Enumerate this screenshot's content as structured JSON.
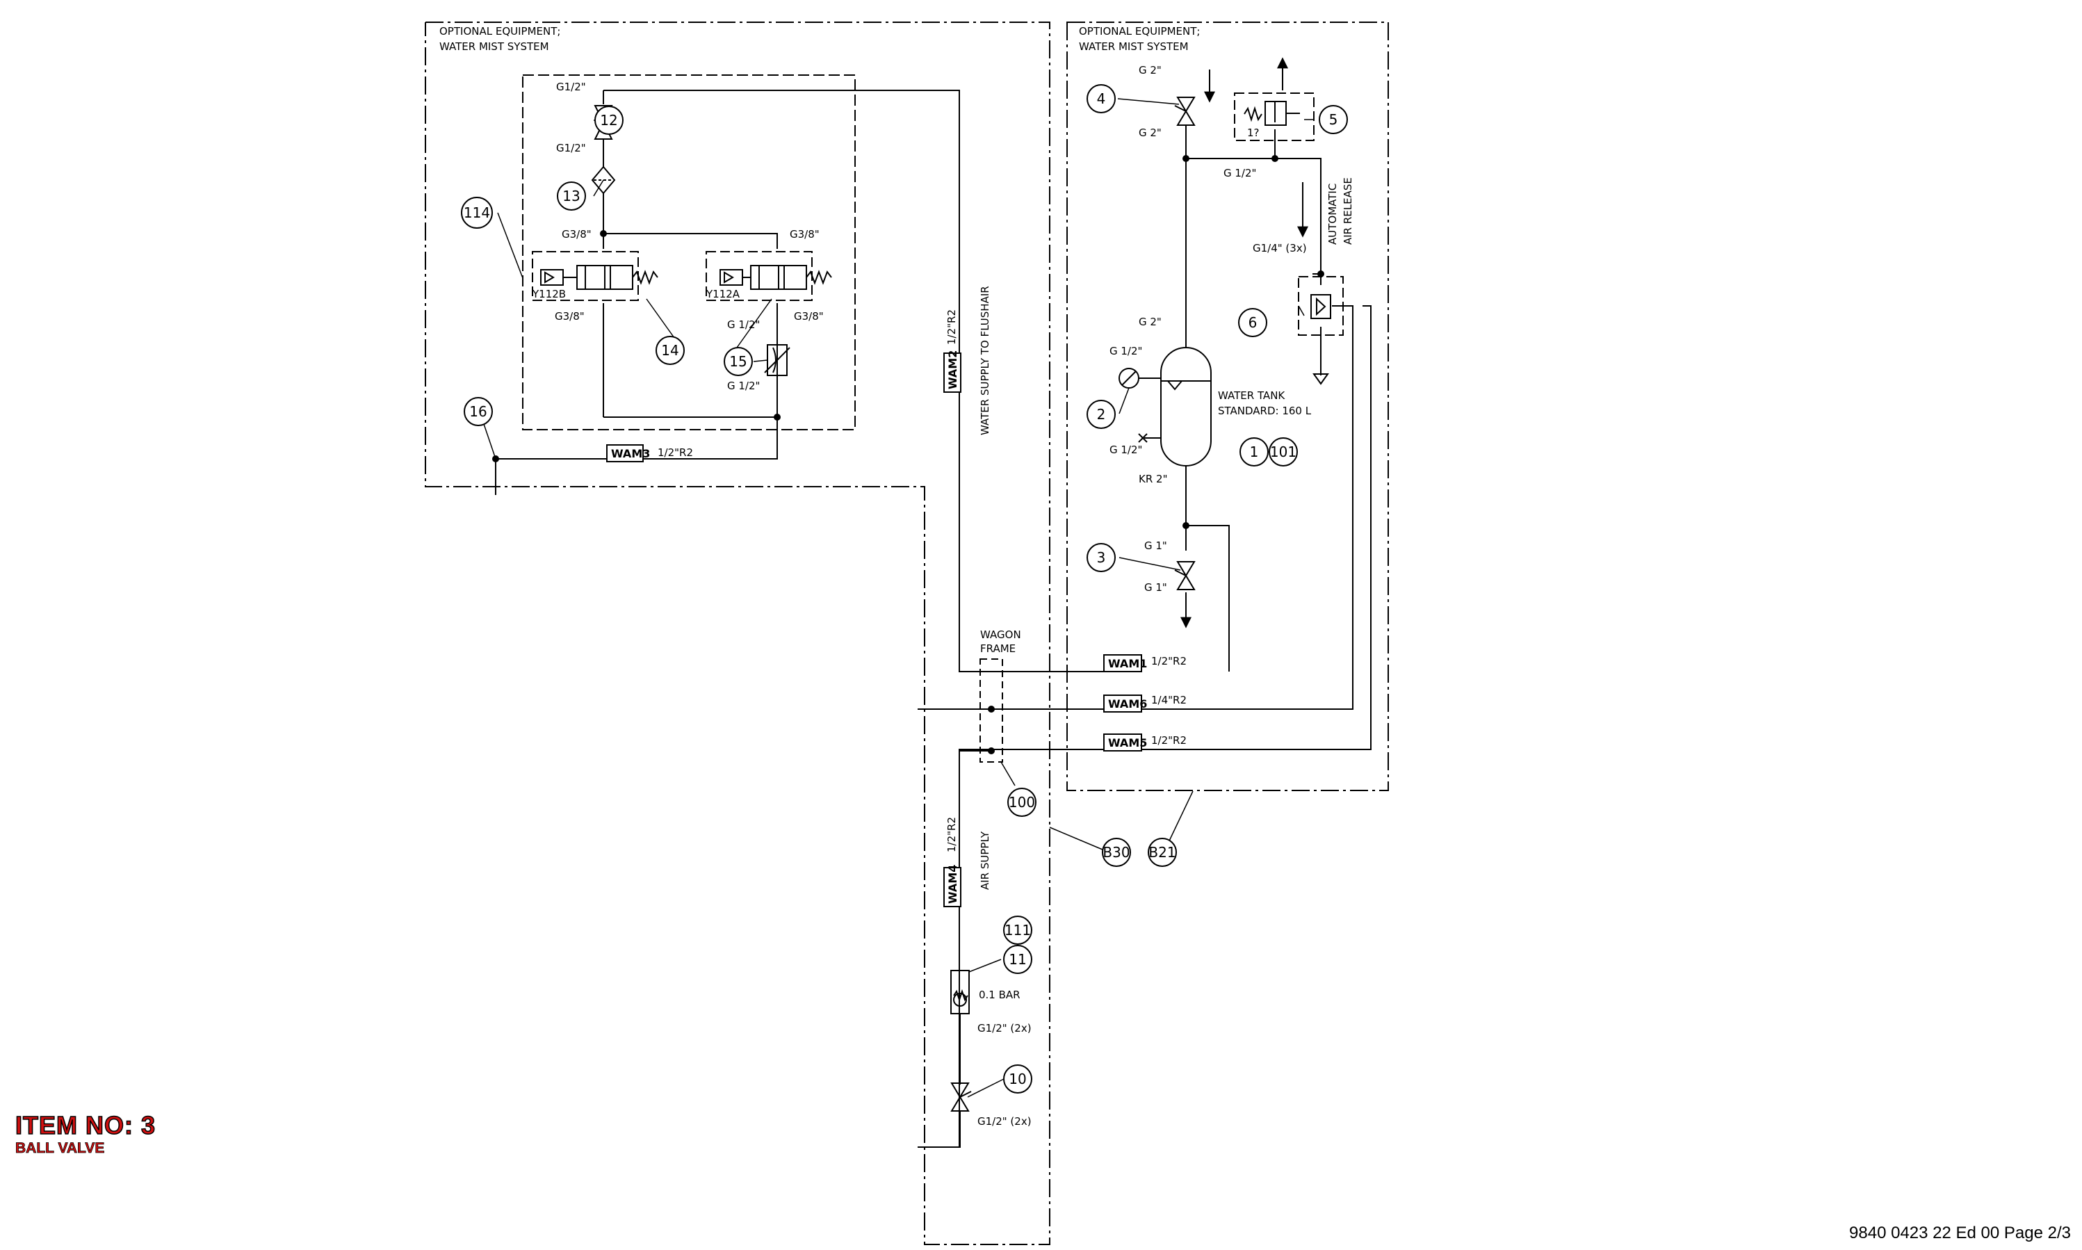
{
  "boxes": {
    "left_title_1": "OPTIONAL EQUIPMENT;",
    "left_title_2": "WATER MIST SYSTEM",
    "right_title_1": "OPTIONAL EQUIPMENT;",
    "right_title_2": "WATER MIST SYSTEM"
  },
  "callouts": {
    "c114": "114",
    "c12": "12",
    "c13": "13",
    "c14": "14",
    "c15": "15",
    "c16": "16",
    "c4": "4",
    "c5": "5",
    "c6": "6",
    "c2": "2",
    "c1": "1",
    "c101": "101",
    "c3": "3",
    "c100": "100",
    "cB30": "B30",
    "cB21": "B21",
    "c111": "111",
    "c11": "11",
    "c10": "10"
  },
  "sizes": {
    "g12_a": "G1/2\"",
    "g12_b": "G1/2\"",
    "g38_l_top": "G3/8\"",
    "g38_l_bot": "G3/8\"",
    "g38_r_top": "G3/8\"",
    "g38_r_bot": "G3/8\"",
    "g_half_15_top": "G 1/2\"",
    "g_half_15_bot": "G 1/2\"",
    "g2_top": "G 2\"",
    "g2_bot": "G 2\"",
    "g_half_5": "G 1/2\"",
    "g14_3x": "G1/4\"  (3x)",
    "g2_tank": "G 2\"",
    "g_half_gauge": "G 1/2\"",
    "g_half_drain": "G 1/2\"",
    "kr2": "KR 2\"",
    "g1_top": "G 1\"",
    "g1_bot": "G 1\"",
    "g12_2x_a": "G1/2\"  (2x)",
    "g12_2x_b": "G1/2\"  (2x)",
    "r_wam3": "1/2\"R2",
    "r_wam2": "1/2\"R2",
    "r_wam1": "1/2\"R2",
    "r_wam6": "1/4\"R2",
    "r_wam5": "1/2\"R2",
    "r_wam4": "1/2\"R2"
  },
  "tags": {
    "wam1": "WAM1",
    "wam2": "WAM2",
    "wam3": "WAM3",
    "wam4": "WAM4",
    "wam5": "WAM5",
    "wam6": "WAM6",
    "y112b": "Y112B",
    "y112a": "Y112A"
  },
  "notes": {
    "flushair": "WATER SUPPLY TO FLUSHAIR",
    "air_supply": "AIR SUPPLY",
    "wagon_1": "WAGON",
    "wagon_2": "FRAME",
    "tank_1": "WATER TANK",
    "tank_2": "STANDARD: 160 L",
    "auto_1": "AUTOMATIC",
    "auto_2": "AIR RELEASE",
    "bar": "0.1 BAR",
    "qmark": "1?"
  },
  "item": {
    "title": "ITEM NO: 3",
    "subtitle": "BALL VALVE"
  },
  "doc_ref": "9840 0423 22 Ed 00 Page 2/3"
}
